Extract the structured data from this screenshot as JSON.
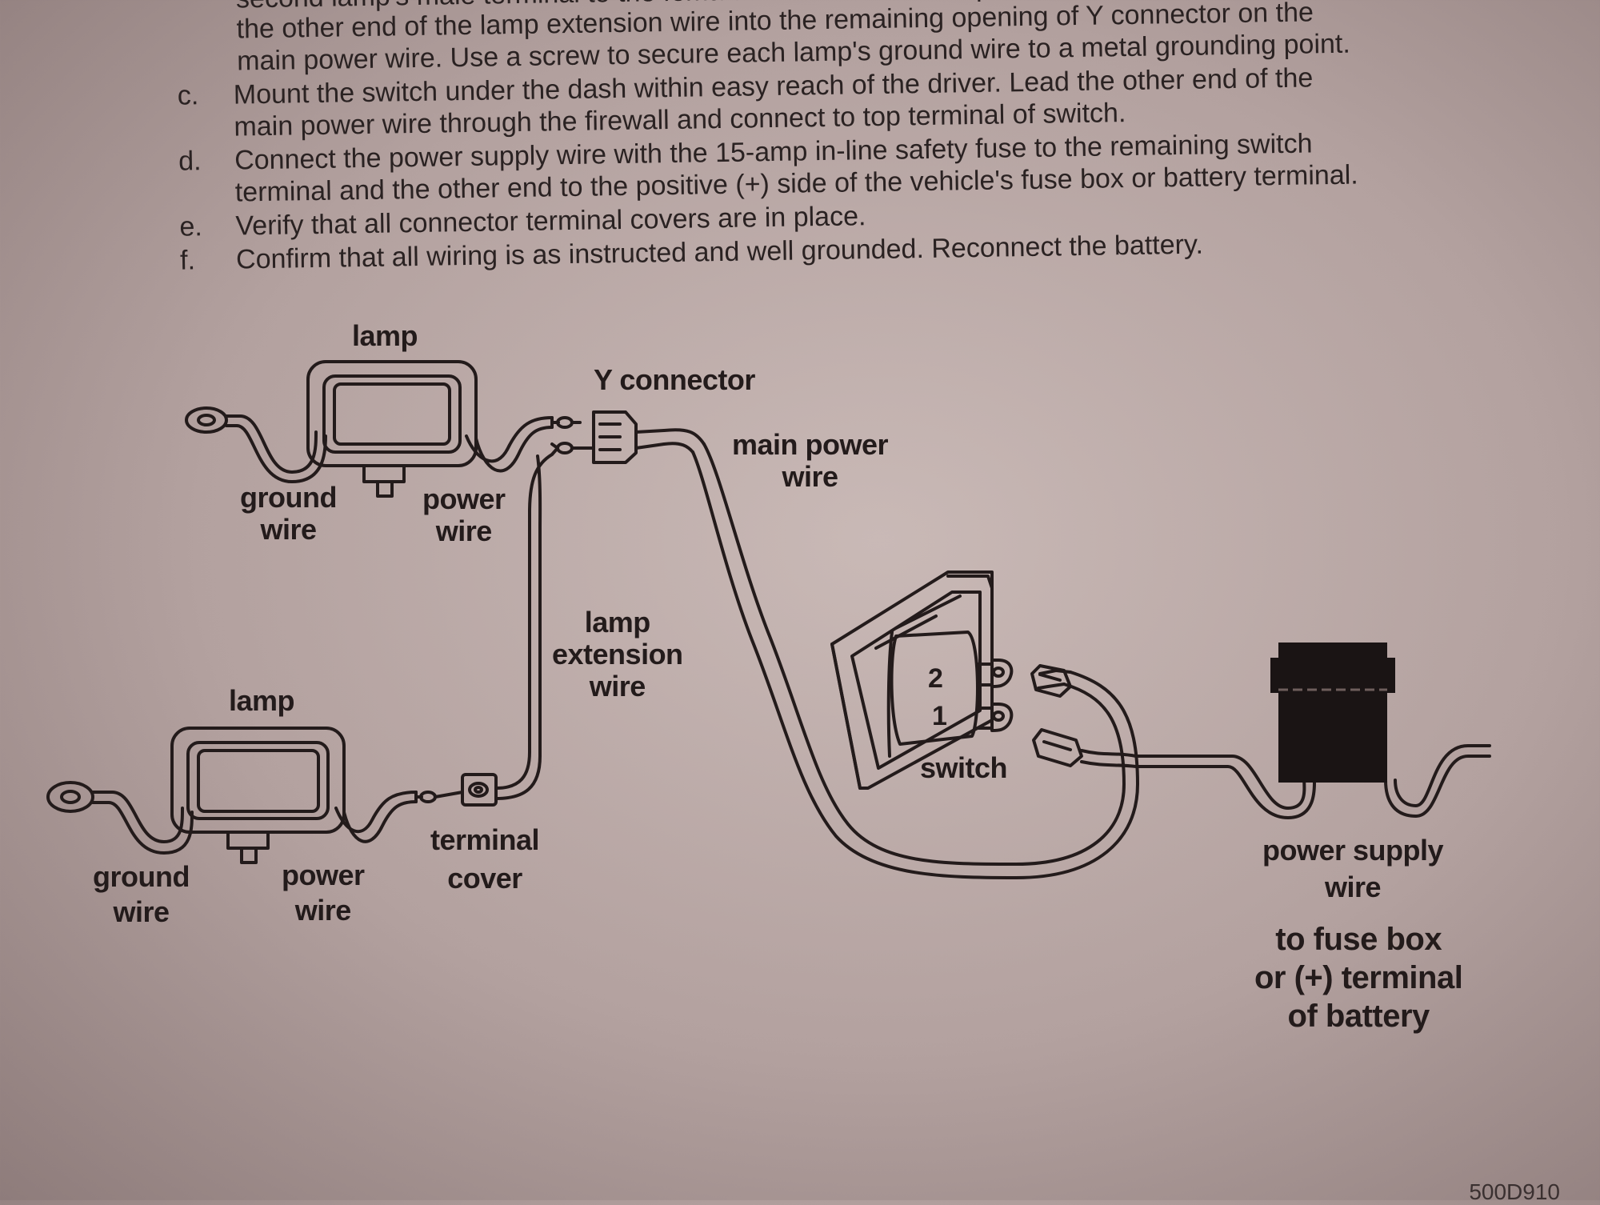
{
  "instructions": {
    "continuation_lines": [
      "second lamp's male terminal to the female terminal of the lamp extension wire and then plug",
      "the other end of the lamp extension wire into the remaining opening of Y connector on the",
      "main power wire.  Use a screw to secure each lamp's ground wire to a metal grounding point."
    ],
    "steps": [
      {
        "letter": "c.",
        "lines": [
          "Mount the switch under the dash within easy reach of the driver. Lead the other end of the",
          "main power wire through the firewall and connect to top terminal of switch."
        ]
      },
      {
        "letter": "d.",
        "lines": [
          "Connect the power supply wire with the 15-amp in-line safety fuse to the remaining switch",
          "terminal and the other end to the positive (+) side of the vehicle's fuse box or battery terminal."
        ]
      },
      {
        "letter": "e.",
        "lines": [
          "Verify that all connector terminal covers are in place."
        ]
      },
      {
        "letter": "f.",
        "lines": [
          "Confirm that all wiring is as instructed and well grounded. Reconnect the battery."
        ]
      }
    ]
  },
  "diagram": {
    "labels": {
      "lamp_top": "lamp",
      "y_connector": "Y connector",
      "main_power_wire": "main power\nwire",
      "ground_wire_top": "ground\nwire",
      "power_wire_top": "power\nwire",
      "lamp_extension_wire": "lamp\nextension\nwire",
      "lamp_bottom": "lamp",
      "switch": "switch",
      "switch_terminal_2": "2",
      "switch_terminal_1": "1",
      "terminal_cover": "terminal\ncover",
      "ground_wire_bottom": "ground\nwire",
      "power_wire_bottom": "power\nwire",
      "power_supply_wire": "power supply\nwire",
      "destination": "to fuse box\nor (+) terminal\nof battery"
    },
    "colors": {
      "ink": "#231b1b",
      "paper": "#c2b2af",
      "fuse_block": "#1a1414"
    }
  },
  "doc_number": "500D910"
}
